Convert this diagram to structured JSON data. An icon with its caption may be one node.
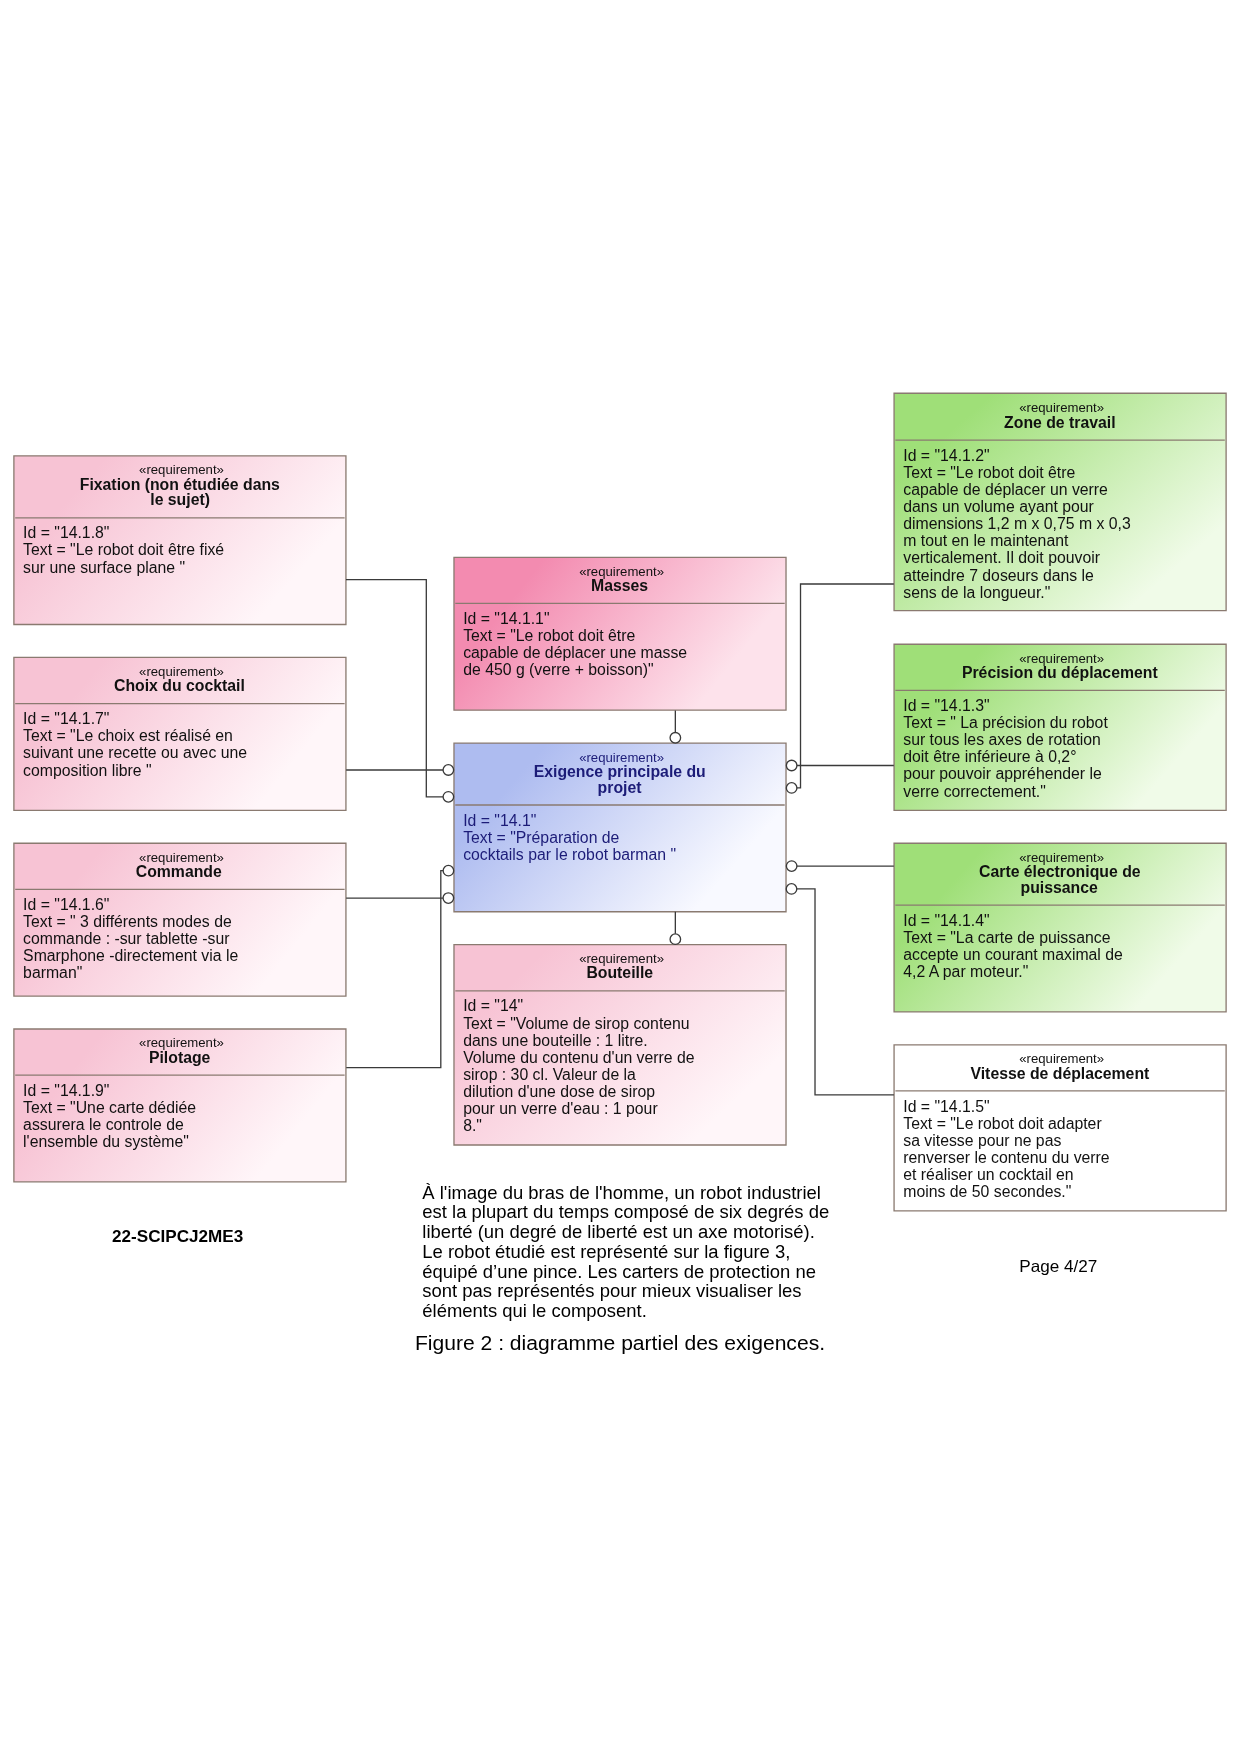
{
  "diagram": {
    "caption": "Figure 2 : diagramme partiel des exigences.",
    "nodes": [
      {
        "text": [
          "«requirement»",
          "Fixation (non étudiée dans le sujet)",
          "Id = \"14.1.8\"",
          "Text = \"Le robot doit être fixé sur une surface plane \""
        ]
      },
      {
        "text": [
          "«requirement»",
          "Masses",
          "Id = \"14.1.1\"",
          "Text = \"Le robot doit être capable de déplacer une masse de 450 g (verre + boisson)\""
        ]
      },
      {
        "text": [
          "«requirement»",
          "Zone de travail",
          "Id = \"14.1.2\"",
          "Text = \"Le robot doit être capable de déplacer un verre dans un volume ayant pour dimensions 1,2 m x 0,75 m x 0,3 m tout en le maintenant verticalement. Il doit pouvoir atteindre 7 doseurs dans le sens de la longueur.\""
        ]
      },
      {
        "text": [
          "«requirement»",
          "Choix du cocktail",
          "Id = \"14.1.7\"",
          "Text = \"Le choix est réalisé en suivant une recette ou avec une composition libre \""
        ]
      },
      {
        "text": [
          "«requirement»",
          "Précision du déplacement",
          "Id = \"14.1.3\"",
          "Text = \" La précision du robot sur tous les axes de rotation doit être inférieure à 0,2° pour pouvoir appréhender le verre correctement.\""
        ]
      },
      {
        "text": [
          "«requirement»",
          "Exigence principale du projet",
          "Id = \"14.1\"",
          "Text = \"Préparation de cocktails par le robot barman \""
        ]
      },
      {
        "text": [
          "«requirement»",
          "Commande",
          "Id = \"14.1.6\"",
          "Text = \" 3 différents modes de commande : -sur tablette -sur Smarphone -directement via le barman\""
        ]
      },
      {
        "text": [
          "«requirement»",
          "Carte électronique de puissance",
          "Id = \"14.1.4\"",
          "Text = \"La carte de puissance accepte un courant maximal de 4,2 A par moteur.\""
        ]
      },
      {
        "text": [
          "«requirement»",
          "Bouteille",
          "Id = \"14\"",
          "Text = \"Volume de sirop contenu dans une bouteille : 1 litre. Volume du contenu d'un verre de sirop : 30 cl. Valeur de la dilution d'une dose de sirop pour un verre d'eau : 1 pour 8.\""
        ]
      },
      {
        "text": [
          "«requirement»",
          "Pilotage",
          "Id = \"14.1.9\"",
          "Text = \"Une carte dédiée assurera le controle de l'ensemble du système\""
        ]
      },
      {
        "text": [
          "«requirement»",
          "Vitesse de déplacement",
          "Id = \"14.1.5\"",
          "Text = \"Le robot doit adapter sa vitesse pour ne pas renverser le contenu du verre et réaliser un cocktail en moins de 50 secondes.\""
        ]
      }
    ],
    "edges": [
      {
        "from": 5,
        "to": 0,
        "arrow": "other"
      },
      {
        "from": 5,
        "to": 1,
        "arrow": "other"
      },
      {
        "from": 5,
        "to": 2,
        "arrow": "other"
      },
      {
        "from": 5,
        "to": 3,
        "arrow": "other"
      },
      {
        "from": 5,
        "to": 4,
        "arrow": "other"
      },
      {
        "from": 5,
        "to": 6,
        "arrow": "other"
      },
      {
        "from": 5,
        "to": 7,
        "arrow": "other"
      },
      {
        "from": 8,
        "to": 5,
        "arrow": "other"
      },
      {
        "from": 5,
        "to": 9,
        "arrow": "other"
      },
      {
        "from": 5,
        "to": 10,
        "arrow": "other"
      }
    ],
    "labels": [
      "À l'image du bras de l'homme, un robot industriel est la plupart du temps composé de six degrés de liberté (un degré de liberté est un axe motorisé). Le robot étudié est représenté sur la figure 3, équipé d’une pince. Les carters de protection ne sont pas représentés pour mieux visualiser les éléments qui le composent.",
      "22-SCIPCJ2ME3",
      "Page 4/27"
    ]
  }
}
